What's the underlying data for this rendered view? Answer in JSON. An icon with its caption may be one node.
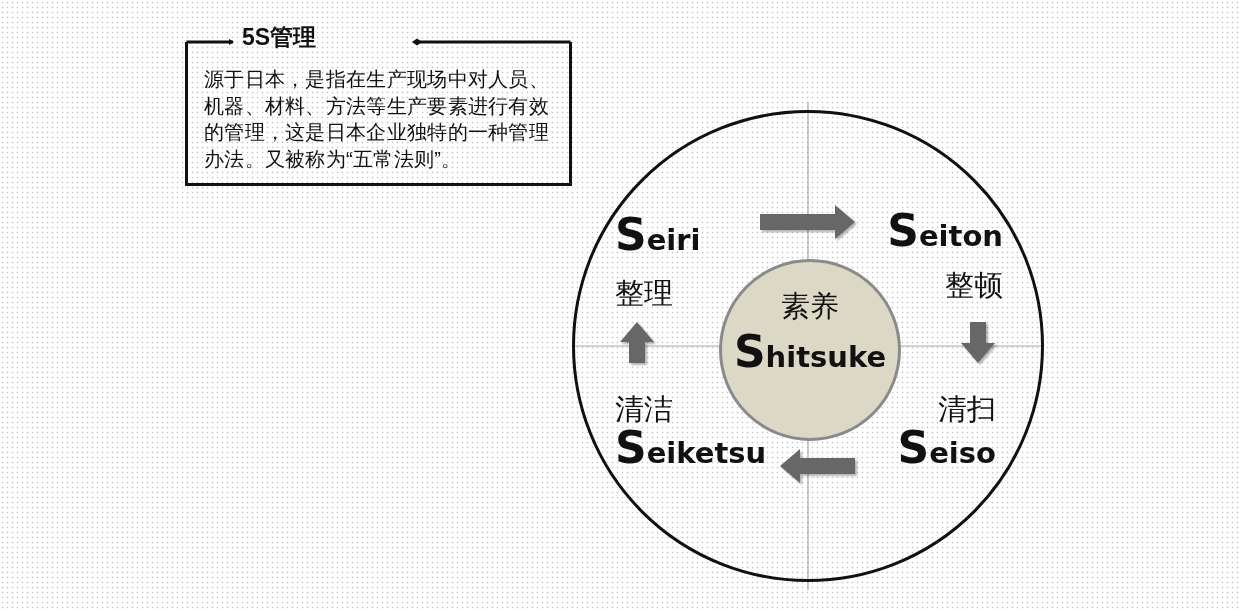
{
  "diagram": {
    "nodes": [
      {
        "text": [
          "5S管理",
          "源于日本，是指在生产现场中对人员、机器、材料、方法等生产要素进行有效的管理，这是日本企业独特的一种管理办法。又被称为“五常法则”。"
        ]
      },
      {
        "text": [],
        "shape": "circle"
      },
      {
        "text": [
          "Seiri",
          "整理"
        ],
        "in": 1
      },
      {
        "text": [
          "Seiton",
          "整顿"
        ],
        "in": 1
      },
      {
        "text": [
          "素养",
          "Shitsuke"
        ],
        "in": 1
      },
      {
        "text": [
          "清洁",
          "Seiketsu"
        ],
        "in": 1
      },
      {
        "text": [
          "清扫",
          "Seiso"
        ],
        "in": 1
      }
    ],
    "edges": [
      {
        "from": 2,
        "to": 3,
        "arrow": "to"
      },
      {
        "from": 3,
        "to": 6,
        "arrow": "to"
      },
      {
        "from": 6,
        "to": 5,
        "arrow": "to"
      },
      {
        "from": 5,
        "to": 2,
        "arrow": "to"
      }
    ]
  }
}
